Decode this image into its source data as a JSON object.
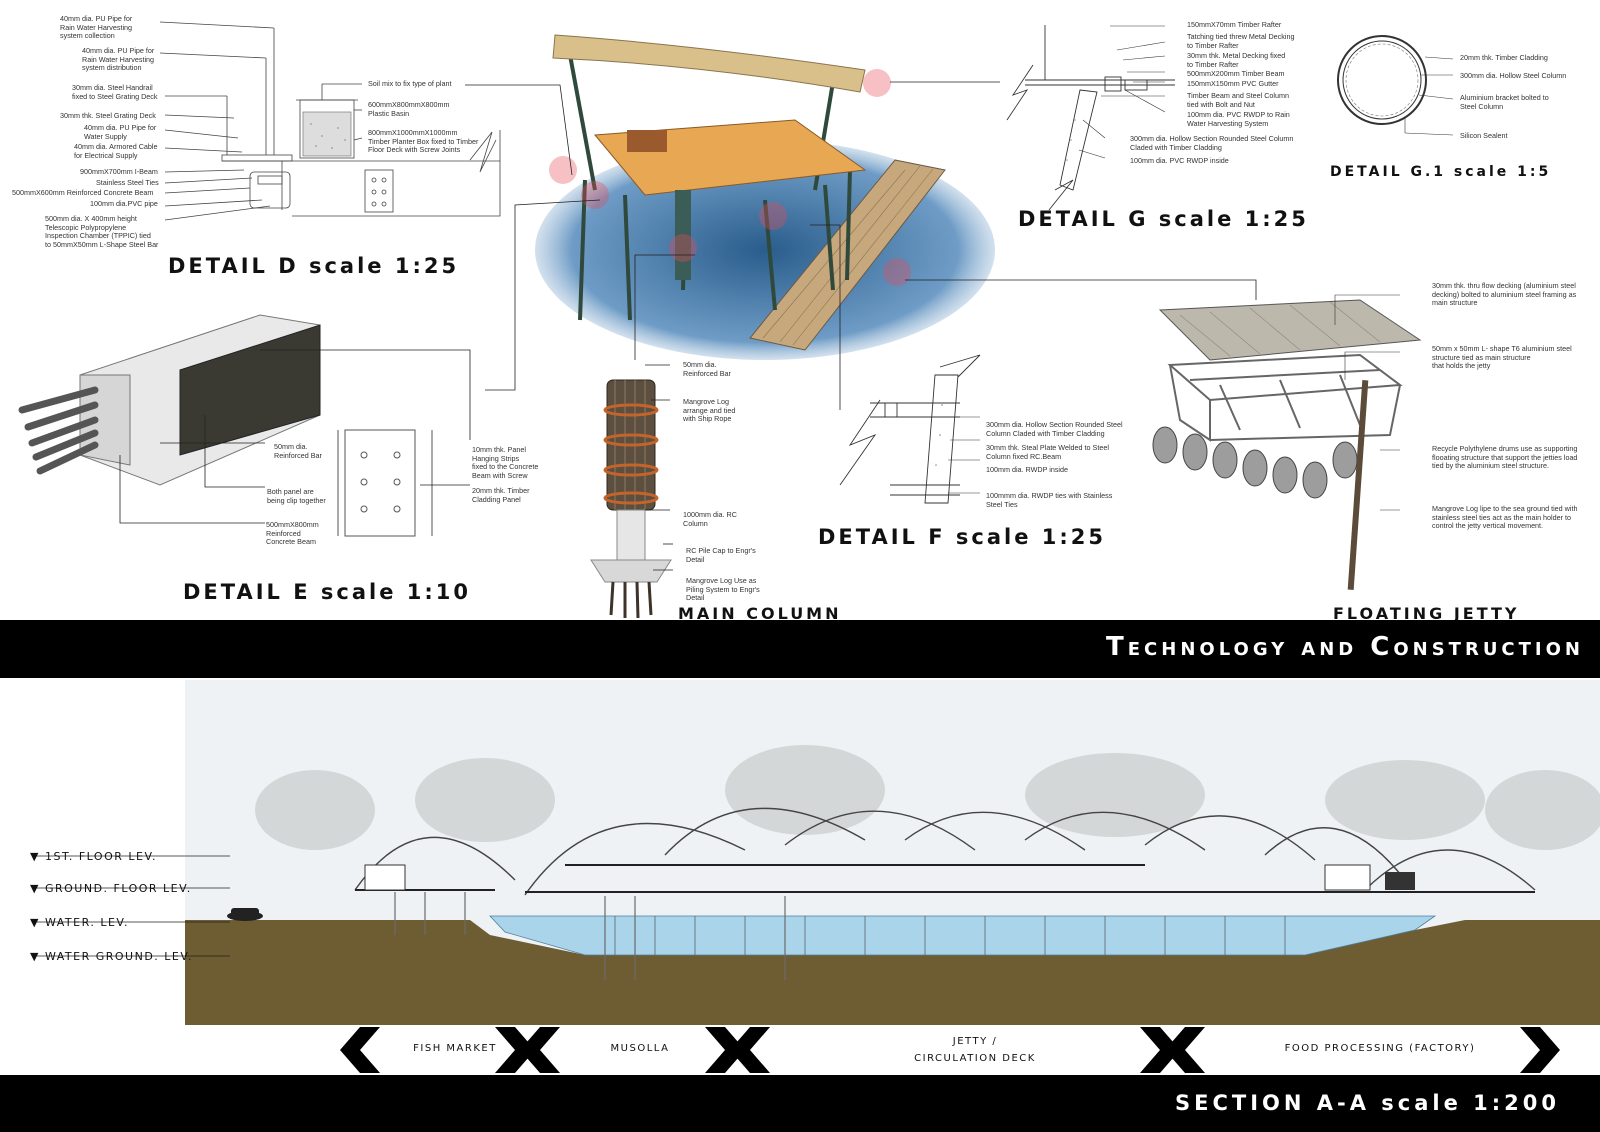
{
  "band": {
    "title": "Technology and Construction",
    "section_title": "SECTION A-A scale 1:200"
  },
  "detail_d": {
    "title": "DETAIL D scale 1:25",
    "notes": [
      "40mm dia. PU Pipe for\nRain Water Harvesting\nsystem collection",
      "40mm dia. PU Pipe for\nRain Water Harvesting\nsystem distribution",
      "30mm dia. Steel Handrail\nfixed to Steel Grating Deck",
      "30mm thk. Steel Grating Deck",
      "40mm dia. PU Pipe for\nWater Supply",
      "40mm dia. Armored Cable\nfor Electrical Supply",
      "900mmX700mm I-Beam",
      "Stainless Steel Ties",
      "500mmX600mm Reinforced Concrete Beam",
      "100mm dia.PVC pipe",
      "500mm dia. X 400mm height\nTelescopic Polypropylene\nInspection Chamber (TPPIC) tied\nto 50mmX50mm L-Shape Steel Bar",
      "Soil mix to fix type of plant",
      "600mmX800mmX800mm\nPlastic Basin",
      "800mmX1000mmX1000mm\nTimber Planter Box fixed to Timber\nFloor Deck with Screw Joints"
    ]
  },
  "detail_e": {
    "title": "DETAIL E scale 1:10",
    "notes": [
      "50mm dia.\nReinforced Bar",
      "Both panel are\nbeing clip together",
      "500mmX800mm\nReinforced\nConcrete Beam",
      "10mm thk. Panel\nHanging Strips\nfixed to the Concrete\nBeam with Screw",
      "20mm thk. Timber\nCladding Panel"
    ]
  },
  "main_column": {
    "title": "MAIN COLUMN",
    "notes": [
      "50mm dia.\nReinforced Bar",
      "Mangrove Log\narrange and tied\nwith Ship Rope",
      "1000mm dia. RC\nColumn",
      "RC Pile Cap to Engr's\nDetail",
      "Mangrove Log Use as\nPiling System to Engr's\nDetail"
    ]
  },
  "detail_g": {
    "title": "DETAIL G scale 1:25",
    "notes": [
      "150mmX70mm Timber Rafter",
      "Tatching tied threw Metal Decking\nto Timber Rafter",
      "30mm thk. Metal Decking fixed\nto Timber Rafter",
      "500mmX200mm Timber Beam",
      "150mmX150mm PVC Gutter",
      "Timber Beam and Steel Column\ntied with Bolt and Nut",
      "100mm dia. PVC RWDP to Rain\nWater Harvesting System",
      "300mm dia. Hollow Section Rounded Steel Column\nCladed with Timber Cladding",
      "100mm dia. PVC RWDP inside"
    ]
  },
  "detail_g1": {
    "title": "DETAIL G.1 scale 1:5",
    "notes": [
      "20mm thk. Timber Cladding",
      "300mm dia. Hollow Steel Column",
      "Aluminium bracket bolted to\nSteel Column",
      "Silicon Sealent"
    ]
  },
  "detail_f": {
    "title": "DETAIL F scale 1:25",
    "notes": [
      "300mm dia. Hollow Section Rounded Steel\nColumn Claded with Timber Cladding",
      "30mm thk. Steal Plate Welded to Steel\nColumn fixed RC.Beam",
      "100mm dia. RWDP inside",
      "100mmm dia. RWDP ties with Stainless\nSteel Ties"
    ]
  },
  "floating_jetty": {
    "title": "FLOATING JETTY",
    "notes": [
      "30mm thk. thru flow decking (aluminium steel\ndecking) bolted to aluminium steel framing as\nmain structure",
      "50mm x 50mm L- shape T6 aluminium steel\nstructure tied as main structure\nthat holds the jetty",
      "Recycle Polythylene drums use as supporting\nflooating structure that support the jetties load\ntied by the aluminium steel structure.",
      "Mangrove Log lipe to the sea ground tied with\nstainless steel ties act as the main holder to\ncontrol the jetty vertical movement."
    ]
  },
  "section": {
    "levels": [
      "1ST. FLOOR LEV.",
      "GROUND. FLOOR LEV.",
      "WATER. LEV.",
      "WATER GROUND. LEV."
    ],
    "zones": [
      "FISH MARKET",
      "MUSOLLA",
      "JETTY /\nCIRCULATION DECK",
      "FOOD PROCESSING (FACTORY)"
    ]
  },
  "colors": {
    "water": "#a9d4ea",
    "ground": "#6e5d33",
    "band": "#000000",
    "timber": "#e6a85a"
  }
}
